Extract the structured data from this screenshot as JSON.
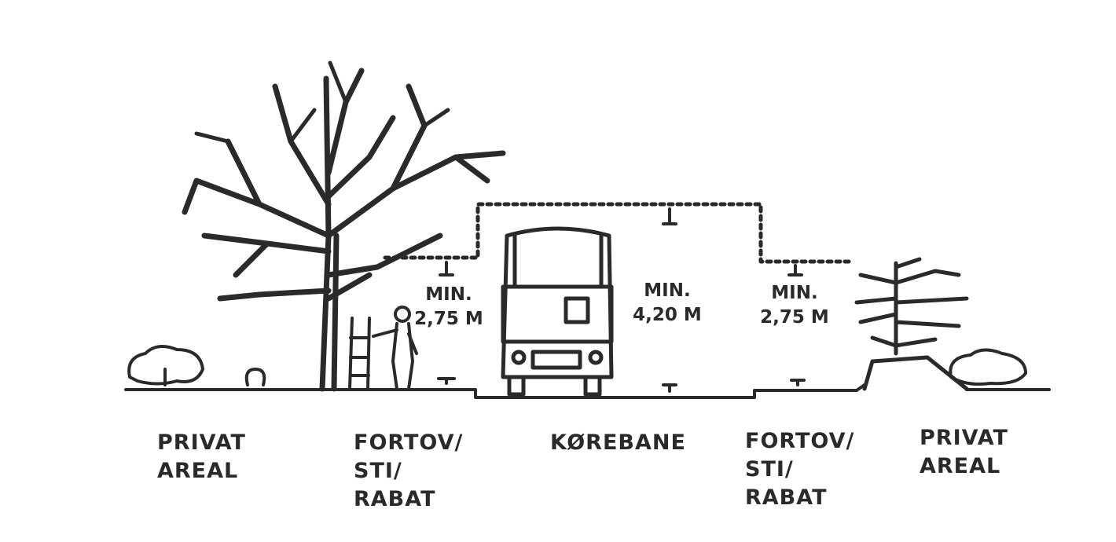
{
  "diagram": {
    "zones": [
      {
        "label": "PRIVAT\nAREAL"
      },
      {
        "label": "FORTOV/\nSTI/\nRABAT"
      },
      {
        "label": "KØREBANE"
      },
      {
        "label": "FORTOV/\nSTI/\nRABAT"
      },
      {
        "label": "PRIVAT\nAREAL"
      }
    ],
    "clearances": [
      {
        "label": "MIN.\n2,75\nM"
      },
      {
        "label": "MIN.\n4,20\nM"
      },
      {
        "label": "MIN.\n2,75\nM"
      }
    ],
    "ink_color": "#2a2a2a"
  }
}
